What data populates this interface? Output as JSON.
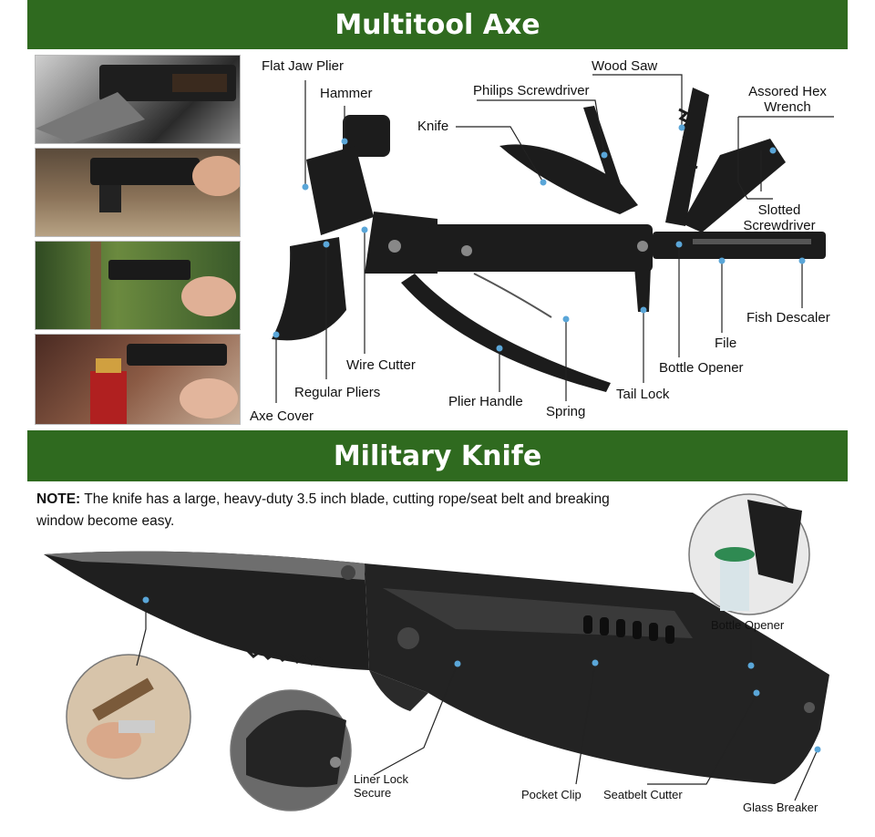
{
  "sections": {
    "multitool_title": "Multitool Axe",
    "knife_title": "Military Knife"
  },
  "multitool_labels": {
    "flat_jaw_plier": "Flat Jaw Plier",
    "hammer": "Hammer",
    "knife": "Knife",
    "philips_screwdriver": "Philips Screwdriver",
    "wood_saw": "Wood Saw",
    "hex_wrench_line1": "Assored Hex",
    "hex_wrench_line2": "Wrench",
    "slotted_line1": "Slotted",
    "slotted_line2": "Screwdriver",
    "fish_descaler": "Fish Descaler",
    "file": "File",
    "bottle_opener": "Bottle Opener",
    "tail_lock": "Tail Lock",
    "spring": "Spring",
    "plier_handle": "Plier Handle",
    "wire_cutter": "Wire Cutter",
    "regular_pliers": "Regular Pliers",
    "axe_cover": "Axe Cover"
  },
  "note": {
    "label": "NOTE:",
    "text": " The knife has a large, heavy-duty 3.5 inch blade, cutting rope/seat belt and breaking window become easy."
  },
  "knife_labels": {
    "bottle_opener": "Bottle Opener",
    "liner_lock_line1": "Liner Lock",
    "liner_lock_line2": "Secure",
    "pocket_clip": "Pocket Clip",
    "seatbelt_cutter": "Seatbelt Cutter",
    "glass_breaker": "Glass Breaker"
  },
  "colors": {
    "banner": "#2f6a1f",
    "dot": "#5aa6d8",
    "tool": "#1c1c1c"
  }
}
